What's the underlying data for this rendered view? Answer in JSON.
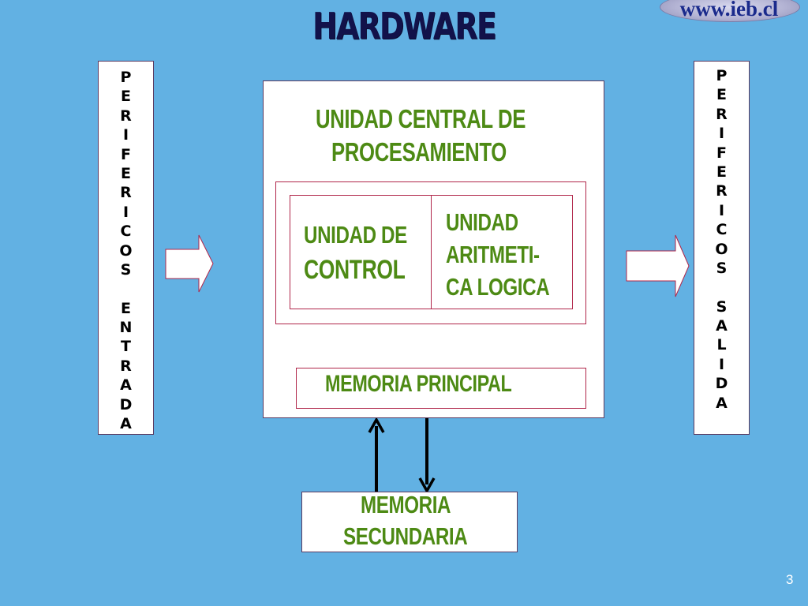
{
  "title": "HARDWARE",
  "logo": "www.ieb.cl",
  "periph_in": [
    "P",
    "E",
    "R",
    "I",
    "F",
    "E",
    "R",
    "I",
    "C",
    "O",
    "S",
    "",
    "E",
    "N",
    "T",
    "R",
    "A",
    "D",
    "A"
  ],
  "periph_out": [
    "P",
    "E",
    "R",
    "I",
    "F",
    "E",
    "R",
    "I",
    "C",
    "O",
    "S",
    "",
    "S",
    "A",
    "L",
    "I",
    "D",
    "A"
  ],
  "cpu": {
    "line1": "UNIDAD CENTRAL DE",
    "line2": "PROCESAMIENTO"
  },
  "control": {
    "line1": "UNIDAD DE",
    "line2": "CONTROL"
  },
  "alu": {
    "line1": "UNIDAD",
    "line2": "ARITMETI-",
    "line3": "CA LOGICA"
  },
  "memory_main": "MEMORIA PRINCIPAL",
  "memory_secondary": {
    "line1": "MEMORIA",
    "line2": "SECUNDARIA"
  },
  "page_number": "3"
}
